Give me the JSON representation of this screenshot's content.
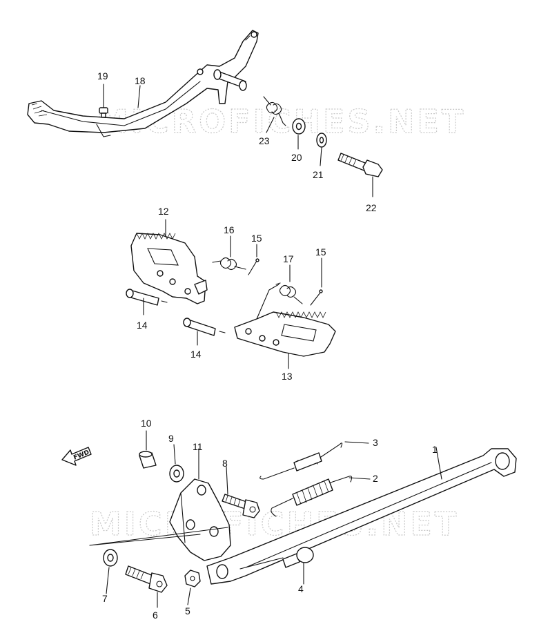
{
  "watermark": {
    "text": "MICROFICHES.NET"
  },
  "direction_badge": {
    "text": "FWD"
  },
  "callouts": {
    "c1": "1",
    "c2": "2",
    "c3": "3",
    "c4": "4",
    "c5": "5",
    "c6": "6",
    "c7": "7",
    "c8": "8",
    "c9": "9",
    "c10": "10",
    "c11": "11",
    "c12": "12",
    "c13": "13",
    "c14a": "14",
    "c14b": "14",
    "c15a": "15",
    "c15b": "15",
    "c16": "16",
    "c17": "17",
    "c18": "18",
    "c19": "19",
    "c20": "20",
    "c21": "21",
    "c22": "22",
    "c23": "23"
  }
}
